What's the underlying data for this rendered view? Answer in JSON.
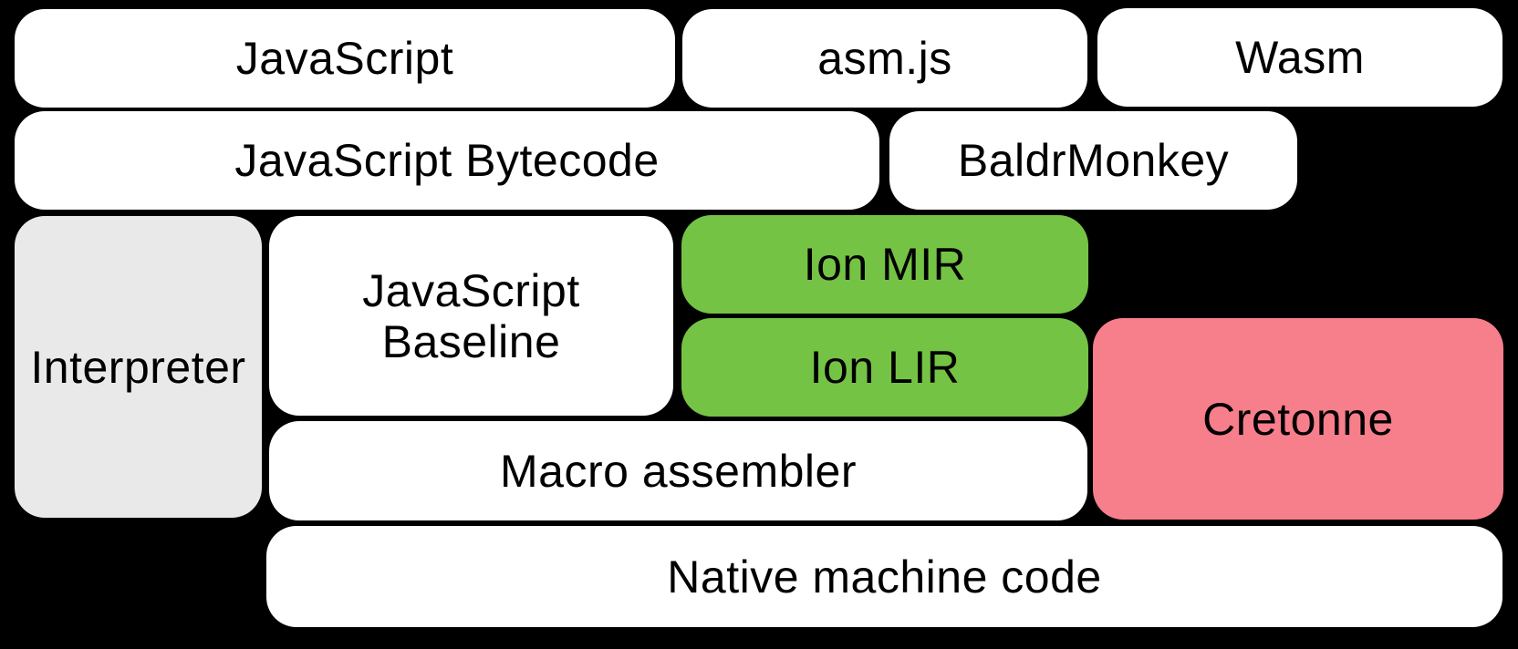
{
  "diagram": {
    "type": "block-diagram",
    "description_boxes_count": 12
  },
  "boxes": {
    "javascript": {
      "label": "JavaScript"
    },
    "asmjs": {
      "label": "asm.js"
    },
    "wasm": {
      "label": "Wasm"
    },
    "bytecode": {
      "label": "JavaScript Bytecode"
    },
    "baldrmonkey": {
      "label": "BaldrMonkey"
    },
    "interpreter": {
      "label": "Interpreter"
    },
    "baseline": {
      "label": "JavaScript\nBaseline"
    },
    "ion_mir": {
      "label": "Ion MIR"
    },
    "ion_lir": {
      "label": "Ion LIR"
    },
    "cretonne": {
      "label": "Cretonne"
    },
    "macro_assembler": {
      "label": "Macro assembler"
    },
    "native": {
      "label": "Native machine code"
    }
  },
  "colors": {
    "background": "#000000",
    "box_default": "#ffffff",
    "interpreter_gray": "#e9e9e9",
    "ion_green": "#75c345",
    "cretonne_pink": "#f77e8b",
    "text": "#000000"
  }
}
